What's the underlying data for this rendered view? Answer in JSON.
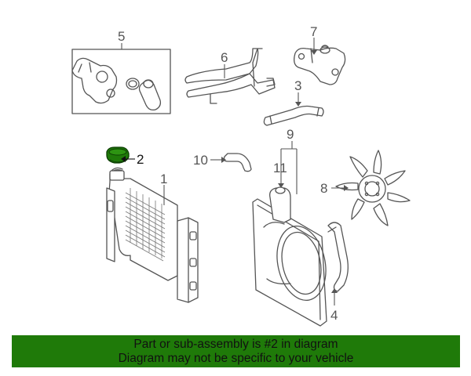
{
  "labels": {
    "p1": "1",
    "p2": "2",
    "p3": "3",
    "p4": "4",
    "p5": "5",
    "p6": "6",
    "p7": "7",
    "p8": "8",
    "p9": "9",
    "p10": "10",
    "p11": "11"
  },
  "highlight_color": "#1f7a09",
  "footer": {
    "line1": "Part or sub-assembly is #2 in diagram",
    "line2": "Diagram may not be specific to your vehicle"
  }
}
